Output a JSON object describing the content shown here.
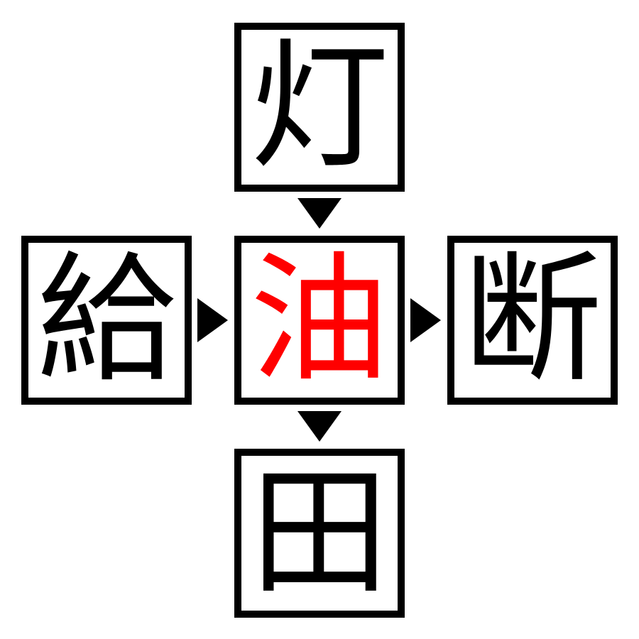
{
  "puzzle": {
    "type": "kanji-association-puzzle",
    "background_color": "#ffffff",
    "border_color": "#000000",
    "highlight_color": "#ff0000",
    "center": {
      "character": "油",
      "color": "#ff0000",
      "position": "center"
    },
    "cells": {
      "top": {
        "character": "灯",
        "color": "#000000",
        "position": "top"
      },
      "left": {
        "character": "給",
        "color": "#000000",
        "position": "left"
      },
      "right": {
        "character": "断",
        "color": "#000000",
        "position": "right"
      },
      "bottom": {
        "character": "田",
        "color": "#000000",
        "position": "bottom"
      }
    },
    "arrows": [
      {
        "id": "top-to-center",
        "direction": "down",
        "from": "top",
        "to": "center",
        "glyph": "▼",
        "color": "#000000"
      },
      {
        "id": "left-to-center",
        "direction": "right",
        "from": "left",
        "to": "center",
        "glyph": "▶",
        "color": "#000000"
      },
      {
        "id": "center-to-right",
        "direction": "right",
        "from": "center",
        "to": "right",
        "glyph": "▶",
        "color": "#000000"
      },
      {
        "id": "center-to-bottom",
        "direction": "down",
        "from": "center",
        "to": "bottom",
        "glyph": "▼",
        "color": "#000000"
      }
    ]
  }
}
